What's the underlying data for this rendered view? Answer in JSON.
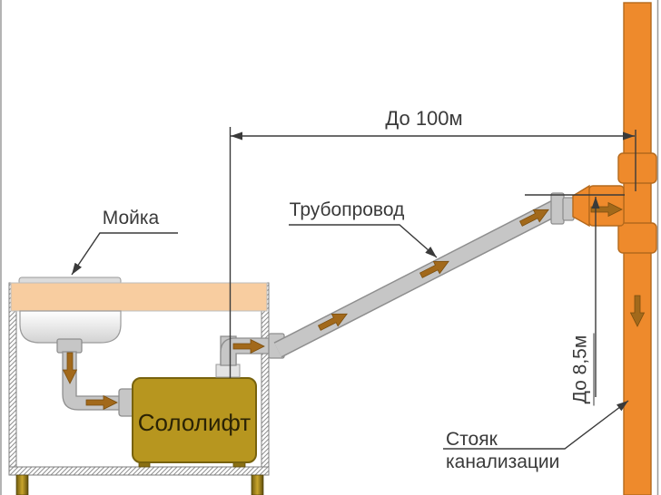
{
  "diagram": {
    "labels": {
      "sink": "Мойка",
      "pipeline": "Трубопровод",
      "pump": "Сололифт",
      "riser_line1": "Стояк",
      "riser_line2": "канализации"
    },
    "dimensions": {
      "horizontal_max": "До 100м",
      "vertical_max": "До 8,5м"
    },
    "colors": {
      "riser_orange": "#EE8A2C",
      "riser_orange_border": "#B4691C",
      "flow_arrow_brown": "#A2691B",
      "pipe_grey": "#C6C6C6",
      "pipe_grey_border": "#8E8E8E",
      "countertop_peach": "#F8CDA0",
      "pump_gold": "#B7961F",
      "pump_border": "#77620D",
      "annotation_line": "#3A3A3A"
    },
    "icons": {
      "flow_arrow": "flow-direction-arrow",
      "dimension_arrowhead": "dimension-arrowhead",
      "leader_arrowhead": "leader-arrowhead"
    }
  }
}
